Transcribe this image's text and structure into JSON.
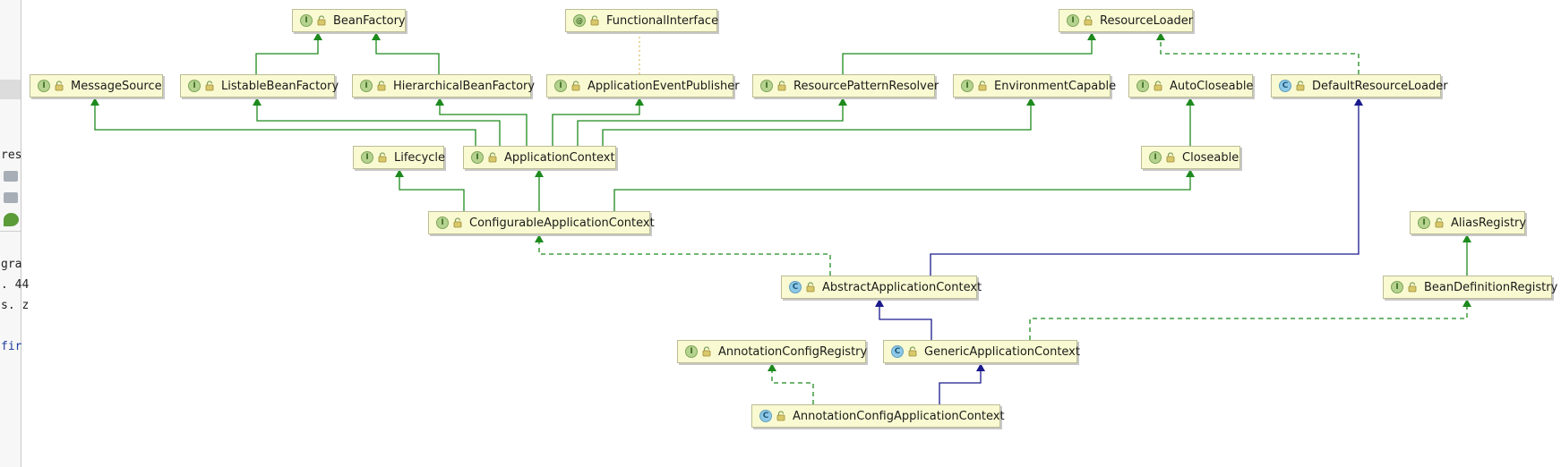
{
  "diagram": {
    "nodes": [
      {
        "id": "BeanFactory",
        "label": "BeanFactory",
        "kind": "interface",
        "badge": "I"
      },
      {
        "id": "FunctionalInterface",
        "label": "FunctionalInterface",
        "kind": "annotation",
        "badge": "@"
      },
      {
        "id": "ResourceLoader",
        "label": "ResourceLoader",
        "kind": "interface",
        "badge": "I"
      },
      {
        "id": "MessageSource",
        "label": "MessageSource",
        "kind": "interface",
        "badge": "I"
      },
      {
        "id": "ListableBeanFactory",
        "label": "ListableBeanFactory",
        "kind": "interface",
        "badge": "I"
      },
      {
        "id": "HierarchicalBeanFactory",
        "label": "HierarchicalBeanFactory",
        "kind": "interface",
        "badge": "I"
      },
      {
        "id": "ApplicationEventPublisher",
        "label": "ApplicationEventPublisher",
        "kind": "interface",
        "badge": "I"
      },
      {
        "id": "ResourcePatternResolver",
        "label": "ResourcePatternResolver",
        "kind": "interface",
        "badge": "I"
      },
      {
        "id": "EnvironmentCapable",
        "label": "EnvironmentCapable",
        "kind": "interface",
        "badge": "I"
      },
      {
        "id": "AutoCloseable",
        "label": "AutoCloseable",
        "kind": "interface",
        "badge": "I"
      },
      {
        "id": "DefaultResourceLoader",
        "label": "DefaultResourceLoader",
        "kind": "class",
        "badge": "C"
      },
      {
        "id": "Lifecycle",
        "label": "Lifecycle",
        "kind": "interface",
        "badge": "I"
      },
      {
        "id": "ApplicationContext",
        "label": "ApplicationContext",
        "kind": "interface",
        "badge": "I"
      },
      {
        "id": "Closeable",
        "label": "Closeable",
        "kind": "interface",
        "badge": "I"
      },
      {
        "id": "ConfigurableApplicationContext",
        "label": "ConfigurableApplicationContext",
        "kind": "interface",
        "badge": "I"
      },
      {
        "id": "AliasRegistry",
        "label": "AliasRegistry",
        "kind": "interface",
        "badge": "I"
      },
      {
        "id": "AbstractApplicationContext",
        "label": "AbstractApplicationContext",
        "kind": "class",
        "badge": "C"
      },
      {
        "id": "BeanDefinitionRegistry",
        "label": "BeanDefinitionRegistry",
        "kind": "interface",
        "badge": "I"
      },
      {
        "id": "AnnotationConfigRegistry",
        "label": "AnnotationConfigRegistry",
        "kind": "interface",
        "badge": "I"
      },
      {
        "id": "GenericApplicationContext",
        "label": "GenericApplicationContext",
        "kind": "class",
        "badge": "C"
      },
      {
        "id": "AnnotationConfigApplicationContext",
        "label": "AnnotationConfigApplicationContext",
        "kind": "class",
        "badge": "C"
      }
    ],
    "edges": [
      {
        "from": "ListableBeanFactory",
        "to": "BeanFactory",
        "type": "extends"
      },
      {
        "from": "HierarchicalBeanFactory",
        "to": "BeanFactory",
        "type": "extends"
      },
      {
        "from": "ApplicationEventPublisher",
        "to": "FunctionalInterface",
        "type": "annotated"
      },
      {
        "from": "ResourcePatternResolver",
        "to": "ResourceLoader",
        "type": "extends"
      },
      {
        "from": "DefaultResourceLoader",
        "to": "ResourceLoader",
        "type": "implements"
      },
      {
        "from": "ApplicationContext",
        "to": "MessageSource",
        "type": "extends"
      },
      {
        "from": "ApplicationContext",
        "to": "ListableBeanFactory",
        "type": "extends"
      },
      {
        "from": "ApplicationContext",
        "to": "HierarchicalBeanFactory",
        "type": "extends"
      },
      {
        "from": "ApplicationContext",
        "to": "ApplicationEventPublisher",
        "type": "extends"
      },
      {
        "from": "ApplicationContext",
        "to": "ResourcePatternResolver",
        "type": "extends"
      },
      {
        "from": "ApplicationContext",
        "to": "EnvironmentCapable",
        "type": "extends"
      },
      {
        "from": "Closeable",
        "to": "AutoCloseable",
        "type": "extends"
      },
      {
        "from": "ConfigurableApplicationContext",
        "to": "Lifecycle",
        "type": "extends"
      },
      {
        "from": "ConfigurableApplicationContext",
        "to": "ApplicationContext",
        "type": "extends"
      },
      {
        "from": "ConfigurableApplicationContext",
        "to": "Closeable",
        "type": "extends"
      },
      {
        "from": "AbstractApplicationContext",
        "to": "ConfigurableApplicationContext",
        "type": "implements"
      },
      {
        "from": "AbstractApplicationContext",
        "to": "DefaultResourceLoader",
        "type": "class-extends"
      },
      {
        "from": "BeanDefinitionRegistry",
        "to": "AliasRegistry",
        "type": "extends"
      },
      {
        "from": "GenericApplicationContext",
        "to": "AbstractApplicationContext",
        "type": "class-extends"
      },
      {
        "from": "GenericApplicationContext",
        "to": "BeanDefinitionRegistry",
        "type": "implements"
      },
      {
        "from": "AnnotationConfigApplicationContext",
        "to": "AnnotationConfigRegistry",
        "type": "implements"
      },
      {
        "from": "AnnotationConfigApplicationContext",
        "to": "GenericApplicationContext",
        "type": "class-extends"
      }
    ],
    "colors": {
      "interface_edge": "#1e8a1e",
      "class_edge": "#1a1a8c",
      "annotation_edge": "#e0c070",
      "node_fill": "#fafad2",
      "node_border": "#bcbc96"
    }
  },
  "editor_fragments": {
    "line1": "res",
    "line2": "gra",
    "line3": ". 44",
    "line4": "s. z",
    "line5": "fir"
  }
}
